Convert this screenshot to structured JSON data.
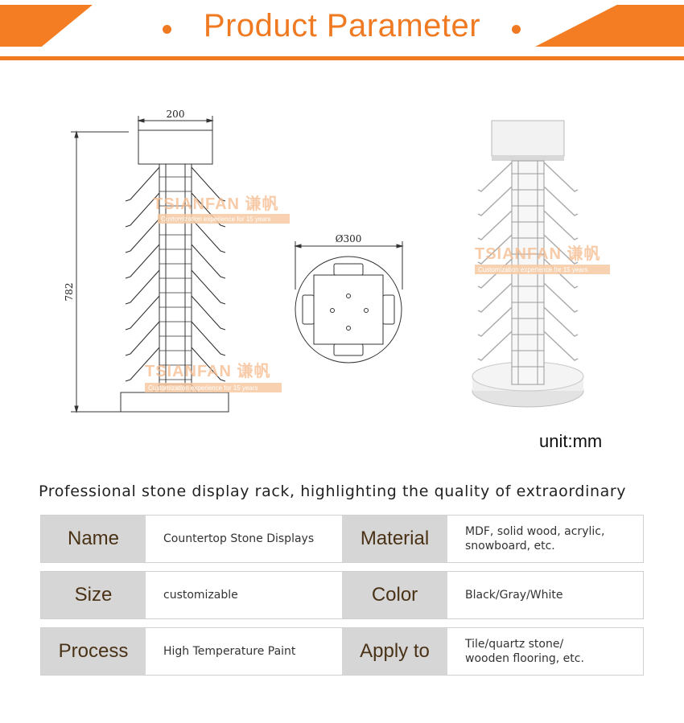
{
  "header": {
    "title": "Product Parameter",
    "accent_color": "#f07a22"
  },
  "drawing": {
    "front_width": "200",
    "height": "782",
    "top_diameter": "Ø300",
    "watermark_brand": "TSIANFAN 谦帆",
    "watermark_sub": "Customization experience for 15 years"
  },
  "unit_label": "unit:mm",
  "tagline": "Professional stone display rack, highlighting the quality of extraordinary",
  "params": [
    {
      "key1": "Name",
      "val1": "Countertop Stone Displays",
      "key2": "Material",
      "val2": "MDF, solid wood, acrylic,\nsnowboard, etc."
    },
    {
      "key1": "Size",
      "val1": "customizable",
      "key2": "Color",
      "val2": "Black/Gray/White"
    },
    {
      "key1": "Process",
      "val1": "High Temperature Paint",
      "key2": "Apply to",
      "val2": "Tile/quartz stone/\nwooden flooring, etc."
    }
  ]
}
